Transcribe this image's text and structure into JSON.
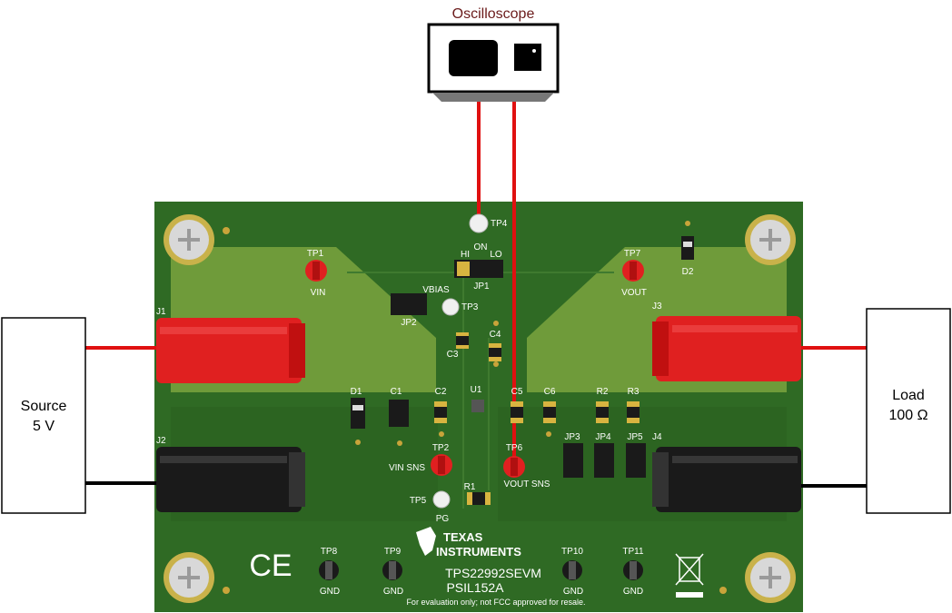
{
  "oscilloscope": {
    "title": "Oscilloscope"
  },
  "source": {
    "line1": "Source",
    "line2": "5 V"
  },
  "load": {
    "line1": "Load",
    "line2": "100 Ω"
  },
  "board": {
    "name": "TPS22992SEVM",
    "pcb": "PSIL152A",
    "disclaimer": "For evaluation only; not FCC approved for resale.",
    "logo_line1": "TEXAS",
    "logo_line2": "INSTRUMENTS",
    "ce_mark": "CE"
  },
  "labels": {
    "tp1": "TP1",
    "vin": "VIN",
    "tp7": "TP7",
    "vout": "VOUT",
    "tp4": "TP4",
    "on": "ON",
    "hi": "HI",
    "lo": "LO",
    "jp1": "JP1",
    "vbias": "VBIAS",
    "tp3": "TP3",
    "jp2": "JP2",
    "c3": "C3",
    "c4": "C4",
    "d2": "D2",
    "j1": "J1",
    "j2": "J2",
    "j3": "J3",
    "j4": "J4",
    "d1": "D1",
    "c1": "C1",
    "c2": "C2",
    "u1": "U1",
    "c5": "C5",
    "c6": "C6",
    "r2": "R2",
    "r3": "R3",
    "jp3": "JP3",
    "jp4": "JP4",
    "jp5": "JP5",
    "tp2": "TP2",
    "vin_sns": "VIN SNS",
    "tp6": "TP6",
    "vout_sns": "VOUT SNS",
    "tp5": "TP5",
    "pg": "PG",
    "r1": "R1",
    "tp8": "TP8",
    "tp9": "TP9",
    "tp10": "TP10",
    "tp11": "TP11",
    "gnd": "GND"
  },
  "colors": {
    "pcb_dark": "#2f6a24",
    "pcb_light": "#74a03d",
    "wire_red": "#e01010",
    "wire_black": "#000000",
    "testpoint_red": "#e02020",
    "scope_label": "#6b1b1b"
  }
}
